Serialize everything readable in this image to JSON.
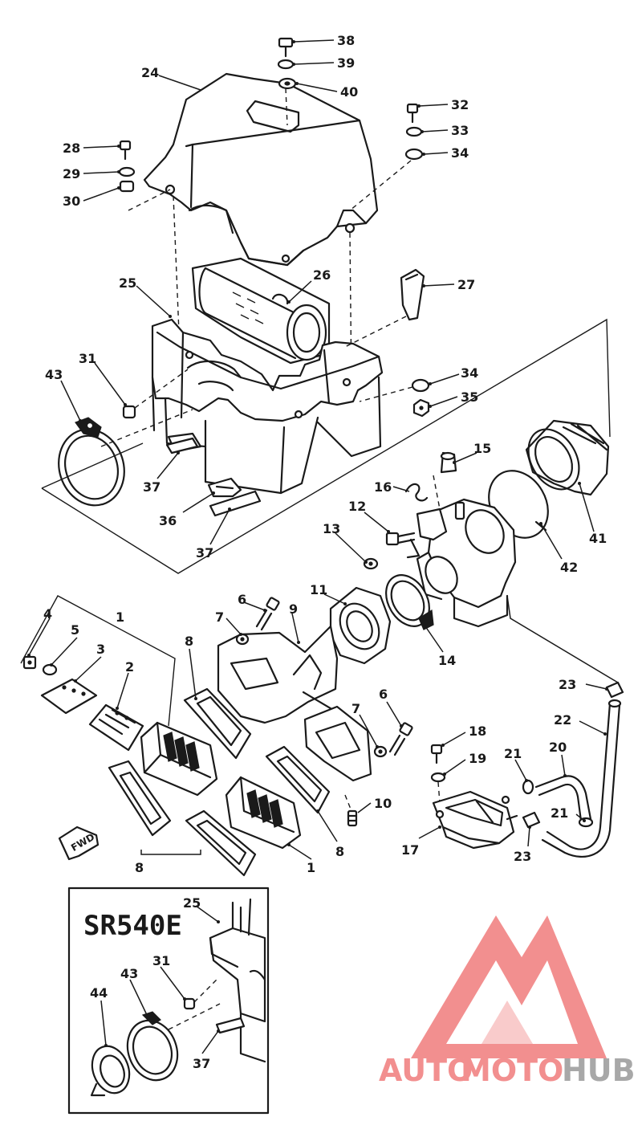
{
  "callouts": {
    "c38": "38",
    "c39": "39",
    "c40": "40",
    "c24": "24",
    "c32": "32",
    "c33": "33",
    "c34a": "34",
    "c28": "28",
    "c29": "29",
    "c30": "30",
    "c25": "25",
    "c26": "26",
    "c27": "27",
    "c31": "31",
    "c43": "43",
    "c34b": "34",
    "c35": "35",
    "c37a": "37",
    "c36": "36",
    "c37b": "37",
    "c15": "15",
    "c16": "16",
    "c12": "12",
    "c13": "13",
    "c41": "41",
    "c42": "42",
    "c11": "11",
    "c14": "14",
    "c9": "9",
    "c6a": "6",
    "c7a": "7",
    "c1a": "1",
    "c4": "4",
    "c5": "5",
    "c3": "3",
    "c2": "2",
    "c8a": "8",
    "c8b": "8",
    "c8c": "8",
    "c1b": "1",
    "c10": "10",
    "c6b": "6",
    "c7b": "7",
    "c23a": "23",
    "c22": "22",
    "c18": "18",
    "c19": "19",
    "c21a": "21",
    "c20": "20",
    "c21b": "21",
    "c17": "17",
    "c23b": "23"
  },
  "fwd_label": "FWD",
  "inset": {
    "title": "SR540E",
    "c25": "25",
    "c43": "43",
    "c31": "31",
    "c44": "44",
    "c37": "37"
  },
  "watermark": {
    "part1": "AUTO",
    "part2": "MOTO",
    "part3": "HUB",
    "color_primary": "#f07c7c",
    "color_secondary": "#9a9a9a"
  }
}
